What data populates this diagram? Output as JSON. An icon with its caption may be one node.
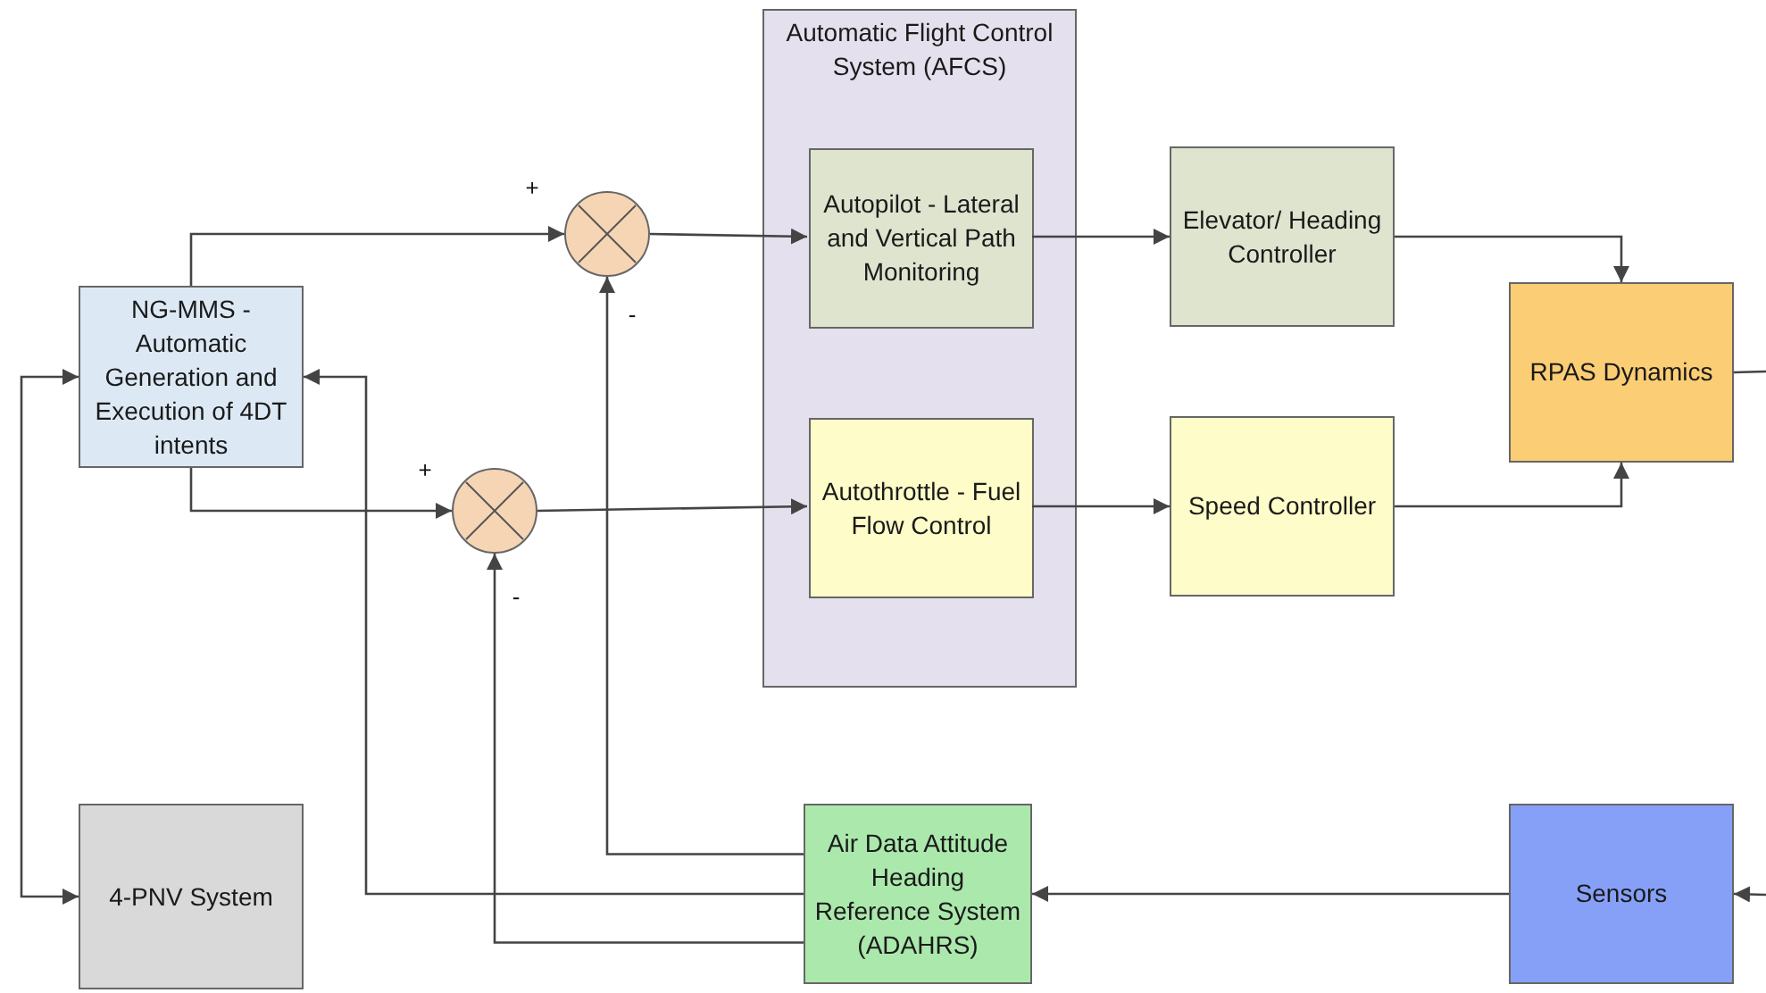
{
  "diagram": {
    "nodes": [
      {
        "text": [
          "NG-MMS - Automatic Generation and Execution of 4DT intents"
        ]
      },
      {
        "text": [
          "4-PNV System"
        ]
      },
      {
        "text": [],
        "shape": "circle"
      },
      {
        "text": [],
        "shape": "circle"
      },
      {
        "text": [
          "Automatic Flight Control System (AFCS)"
        ]
      },
      {
        "text": [
          "Autopilot - Lateral and Vertical Path Monitoring"
        ],
        "in": 4
      },
      {
        "text": [
          "Autothrottle - Fuel Flow Control"
        ],
        "in": 4
      },
      {
        "text": [
          "Elevator/ Heading Controller"
        ]
      },
      {
        "text": [
          "Speed Controller"
        ]
      },
      {
        "text": [
          "RPAS Dynamics"
        ]
      },
      {
        "text": [
          "Air Data Attitude Heading Reference System (ADAHRS)"
        ]
      },
      {
        "text": [
          "Sensors"
        ]
      }
    ],
    "edges": [
      {
        "from": 0,
        "to": 2,
        "arrow": "to"
      },
      {
        "from": 0,
        "to": 3,
        "arrow": "to"
      },
      {
        "from": 2,
        "to": 5,
        "arrow": "to"
      },
      {
        "from": 3,
        "to": 6,
        "arrow": "to"
      },
      {
        "from": 5,
        "to": 7,
        "arrow": "to"
      },
      {
        "from": 6,
        "to": 8,
        "arrow": "to"
      },
      {
        "from": 7,
        "to": 9,
        "arrow": "to"
      },
      {
        "from": 8,
        "to": 9,
        "arrow": "to"
      },
      {
        "from": 9,
        "to": null,
        "arrow": "none"
      },
      {
        "from": null,
        "to": 11,
        "arrow": "to"
      },
      {
        "from": 11,
        "to": 10,
        "arrow": "to"
      },
      {
        "from": 10,
        "to": 2,
        "arrow": "to"
      },
      {
        "from": 10,
        "to": 0,
        "arrow": "to"
      },
      {
        "from": 10,
        "to": 3,
        "arrow": "to"
      },
      {
        "from": 0,
        "to": 1,
        "arrow": "both"
      }
    ],
    "labels": [
      "+",
      "-",
      "+",
      "-"
    ]
  }
}
